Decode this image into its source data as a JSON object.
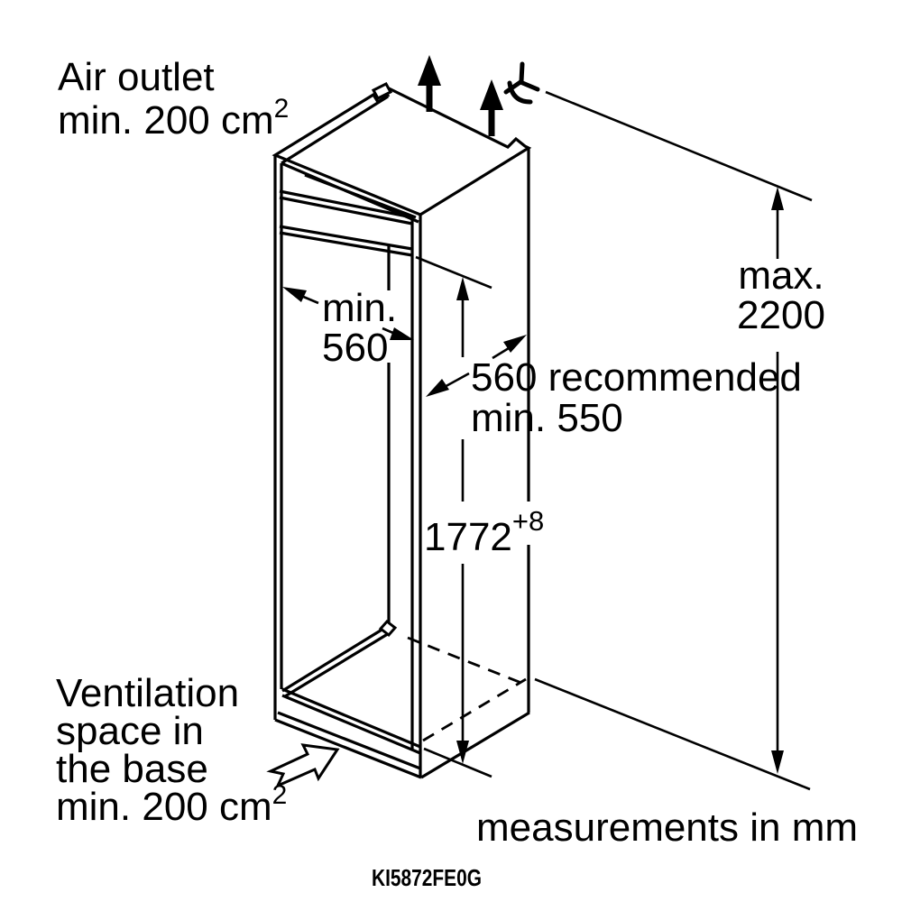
{
  "drawing": {
    "model": "KI5872FE0G",
    "units_note": "measurements in mm",
    "air_outlet_label": {
      "l1": "Air outlet",
      "l2": "min. 200 cm",
      "sup": "2"
    },
    "base_vent_label": {
      "l1": "Ventilation",
      "l2": "space in",
      "l3": "the base",
      "l4": "min. 200 cm",
      "sup": "2"
    },
    "dim_max_height": {
      "l1": "max.",
      "l2": "2200"
    },
    "dim_niche_width": {
      "l1": "min.",
      "l2": "560"
    },
    "dim_niche_depth": {
      "l1": "560 recommended",
      "l2": "min. 550"
    },
    "dim_niche_height": {
      "value": "1772",
      "tolerance": "+8"
    },
    "colors": {
      "line": "#000000",
      "background": "#ffffff"
    }
  }
}
